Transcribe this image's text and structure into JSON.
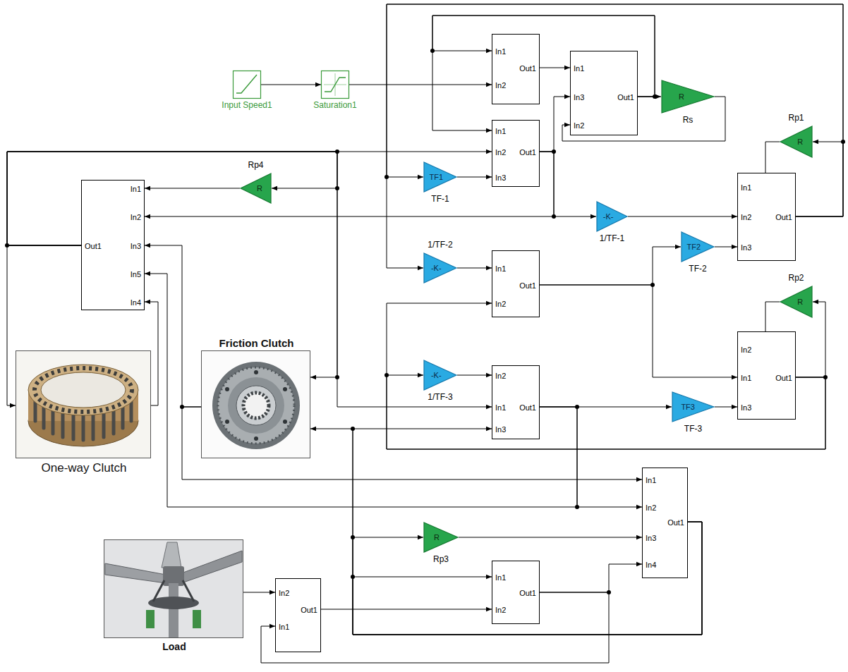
{
  "diagram": {
    "nodes": [
      {
        "text": [
          "Input Speed1"
        ]
      },
      {
        "text": [
          "Saturation1"
        ]
      },
      {
        "text": [
          "In1",
          "Out1",
          "In2"
        ]
      },
      {
        "text": [
          "In1",
          "In2",
          "Out1",
          "In3"
        ]
      },
      {
        "text": [
          "In1",
          "In3",
          "Out1",
          "In2"
        ]
      },
      {
        "text": [
          "R",
          "Rs"
        ]
      },
      {
        "text": [
          "Rp1",
          "R"
        ]
      },
      {
        "text": [
          "In1",
          "In2",
          "Out1",
          "In3"
        ]
      },
      {
        "text": [
          "Rp4",
          "R"
        ]
      },
      {
        "text": [
          "TF1",
          "TF-1"
        ]
      },
      {
        "text": [
          "In1",
          "In2",
          "Out1",
          "In3",
          "In5",
          "In4"
        ]
      },
      {
        "text": [
          "-K-",
          "1/TF-1"
        ]
      },
      {
        "text": [
          "1/TF-2",
          "-K-"
        ]
      },
      {
        "text": [
          "In1",
          "Out1",
          "In2"
        ]
      },
      {
        "text": [
          "TF2",
          "TF-2"
        ]
      },
      {
        "text": [
          "Rp2",
          "R"
        ]
      },
      {
        "text": [
          "In2",
          "In1",
          "Out1",
          "In3"
        ]
      },
      {
        "text": [
          "Friction Clutch"
        ]
      },
      {
        "text": [
          "-K-",
          "1/TF-3"
        ]
      },
      {
        "text": [
          "In2",
          "In1",
          "Out1",
          "In3"
        ]
      },
      {
        "text": [
          "TF3",
          "TF-3"
        ]
      },
      {
        "text": [
          "One-way Clutch"
        ]
      },
      {
        "text": [
          "In1",
          "In2",
          "Out1",
          "In3",
          "In4"
        ]
      },
      {
        "text": [
          "R",
          "Rp3"
        ]
      },
      {
        "text": [
          "In1",
          "Out1",
          "In2"
        ]
      },
      {
        "text": [
          "Load"
        ]
      },
      {
        "text": [
          "In2",
          "Out1",
          "In1"
        ]
      }
    ],
    "edges": [
      {
        "from": 0,
        "to": 1,
        "arrow": "to"
      },
      {
        "from": 1,
        "to": 2,
        "arrow": "to"
      },
      {
        "from": 2,
        "to": 4,
        "arrow": "to"
      },
      {
        "from": 4,
        "to": 5,
        "arrow": "to"
      },
      {
        "from": 5,
        "to": 4,
        "arrow": "to"
      },
      {
        "from": 4,
        "to": 2,
        "arrow": "to"
      },
      {
        "from": 4,
        "to": 3,
        "arrow": "to"
      },
      {
        "from": 9,
        "to": 3,
        "arrow": "to"
      },
      {
        "from": 3,
        "to": 4,
        "arrow": "to"
      },
      {
        "from": 3,
        "to": 11,
        "arrow": "to"
      },
      {
        "from": 3,
        "to": 10,
        "arrow": "to"
      },
      {
        "from": 11,
        "to": 7,
        "arrow": "to"
      },
      {
        "from": 7,
        "to": 6,
        "arrow": "to"
      },
      {
        "from": 6,
        "to": 7,
        "arrow": "to"
      },
      {
        "from": 7,
        "to": 9,
        "arrow": "to"
      },
      {
        "from": 7,
        "to": 12,
        "arrow": "to"
      },
      {
        "from": 12,
        "to": 13,
        "arrow": "to"
      },
      {
        "from": 13,
        "to": 14,
        "arrow": "to"
      },
      {
        "from": 13,
        "to": 16,
        "arrow": "to"
      },
      {
        "from": 14,
        "to": 7,
        "arrow": "to"
      },
      {
        "from": 16,
        "to": 15,
        "arrow": "to"
      },
      {
        "from": 15,
        "to": 16,
        "arrow": "to"
      },
      {
        "from": 16,
        "to": 13,
        "arrow": "to"
      },
      {
        "from": 16,
        "to": 18,
        "arrow": "to"
      },
      {
        "from": 18,
        "to": 19,
        "arrow": "to"
      },
      {
        "from": 19,
        "to": 20,
        "arrow": "to"
      },
      {
        "from": 20,
        "to": 16,
        "arrow": "to"
      },
      {
        "from": 19,
        "to": 22,
        "arrow": "to"
      },
      {
        "from": 19,
        "to": 10,
        "arrow": "to"
      },
      {
        "from": 10,
        "to": 3,
        "arrow": "to"
      },
      {
        "from": 10,
        "to": 8,
        "arrow": "to"
      },
      {
        "from": 10,
        "to": 17,
        "arrow": "to"
      },
      {
        "from": 10,
        "to": 19,
        "arrow": "to"
      },
      {
        "from": 10,
        "to": 21,
        "arrow": "to"
      },
      {
        "from": 8,
        "to": 10,
        "arrow": "to"
      },
      {
        "from": 21,
        "to": 10,
        "arrow": "to"
      },
      {
        "from": 17,
        "to": 10,
        "arrow": "to"
      },
      {
        "from": 17,
        "to": 22,
        "arrow": "to"
      },
      {
        "from": 22,
        "to": 17,
        "arrow": "to"
      },
      {
        "from": 22,
        "to": 19,
        "arrow": "to"
      },
      {
        "from": 22,
        "to": 23,
        "arrow": "to"
      },
      {
        "from": 22,
        "to": 24,
        "arrow": "to"
      },
      {
        "from": 23,
        "to": 22,
        "arrow": "to"
      },
      {
        "from": 24,
        "to": 22,
        "arrow": "to"
      },
      {
        "from": 24,
        "to": 26,
        "arrow": "to"
      },
      {
        "from": 26,
        "to": 24,
        "arrow": "to"
      },
      {
        "from": 25,
        "to": 26,
        "arrow": "to"
      }
    ]
  }
}
